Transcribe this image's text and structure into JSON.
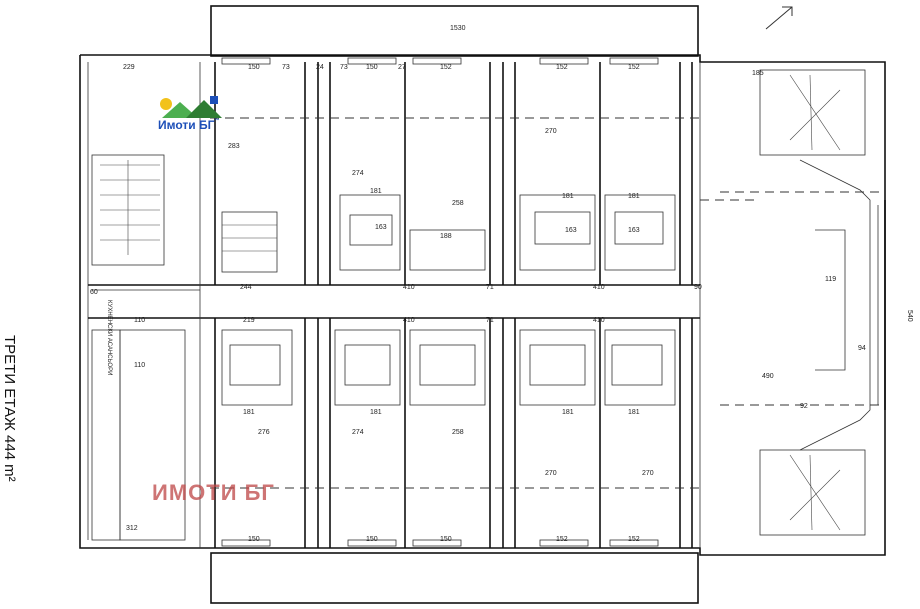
{
  "floor_label": "ТРЕТИ ЕТАЖ 444 m²",
  "logo": {
    "text": "Имоти БГ",
    "tm": "™"
  },
  "watermark": "ИМОТИ БГ",
  "shaft_label": "КУХНЕНСКИ АСАНСЬОРИ",
  "labels": {
    "d1530": "1530",
    "d229": "229",
    "d150": "150",
    "d152": "152",
    "d270": "270",
    "d283": "283",
    "d274": "274",
    "d181": "181",
    "d163": "163",
    "d410": "410",
    "d244": "244",
    "d219": "219",
    "d276": "276",
    "d258": "258",
    "d188": "188",
    "d110": "110",
    "d312": "312",
    "d119": "119",
    "d490": "490",
    "d540": "540",
    "d73": "73",
    "d24": "24",
    "d27": "27",
    "d60": "60",
    "d71": "71",
    "d94": "94",
    "d90": "90",
    "d185": "185",
    "d92": "92"
  }
}
